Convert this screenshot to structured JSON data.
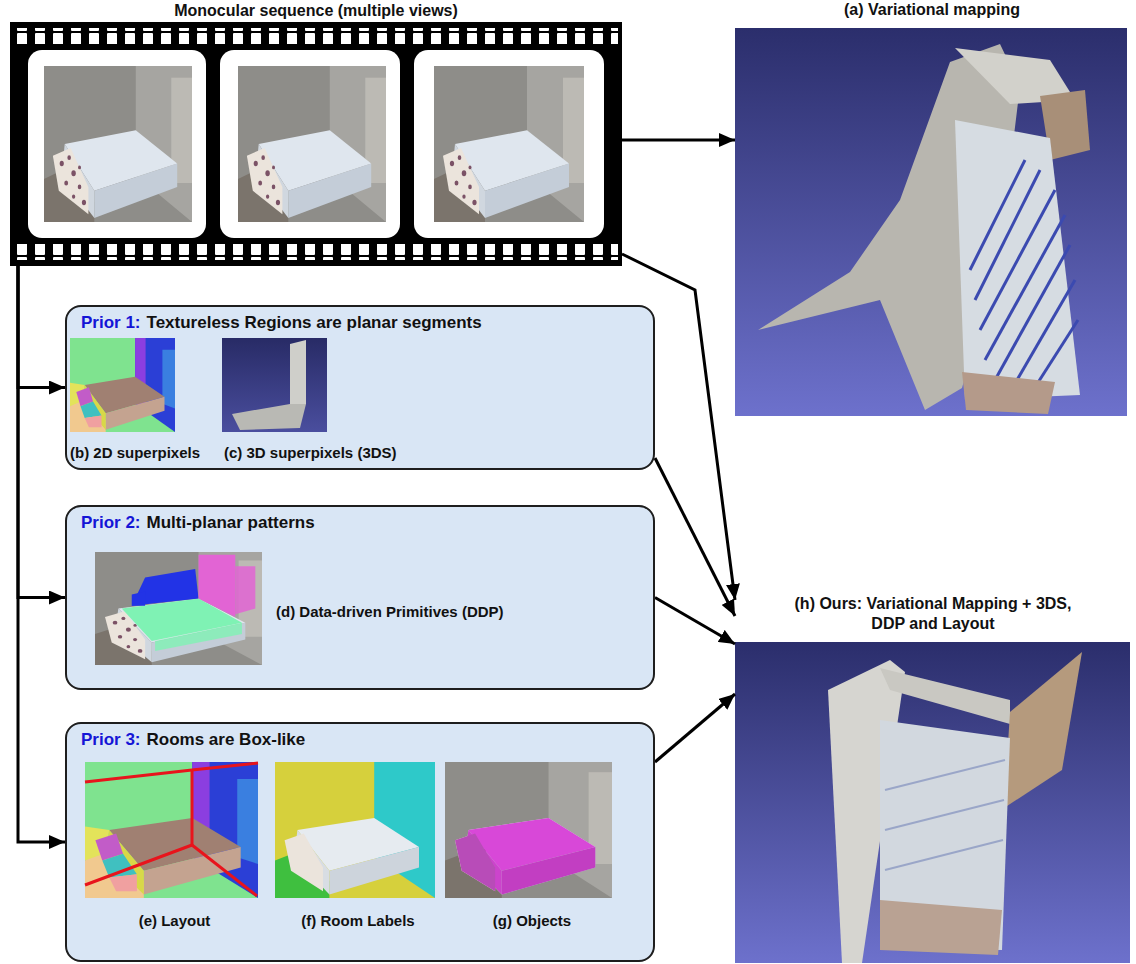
{
  "diagram": {
    "nodes": [
      {
        "text": [
          "Monocular sequence (multiple views)"
        ]
      },
      {
        "text": [
          "(a) Variational mapping"
        ]
      },
      {
        "text": [
          "Prior 1:",
          "Textureless Regions are planar segments"
        ]
      },
      {
        "text": [
          "(b) 2D superpixels"
        ],
        "in": 2
      },
      {
        "text": [
          "(c) 3D superpixels (3DS)"
        ],
        "in": 2
      },
      {
        "text": [
          "Prior 2:",
          "Multi-planar patterns"
        ]
      },
      {
        "text": [
          "(d) Data-driven Primitives (DDP)"
        ],
        "in": 5
      },
      {
        "text": [
          "Prior 3:",
          "Rooms are Box-like"
        ]
      },
      {
        "text": [
          "(e) Layout"
        ],
        "in": 7
      },
      {
        "text": [
          "(f) Room Labels"
        ],
        "in": 7
      },
      {
        "text": [
          "(g) Objects"
        ],
        "in": 7
      },
      {
        "text": [
          "(h) Ours: Variational Mapping + 3DS, DDP and Layout"
        ]
      }
    ],
    "edges": [
      {
        "from": 0,
        "to": 1,
        "arrow": "to"
      },
      {
        "from": 0,
        "to": 11,
        "arrow": "to"
      },
      {
        "from": 0,
        "to": 2,
        "arrow": "to"
      },
      {
        "from": 0,
        "to": 5,
        "arrow": "to"
      },
      {
        "from": 0,
        "to": 7,
        "arrow": "to"
      },
      {
        "from": 2,
        "to": 11,
        "arrow": "to"
      },
      {
        "from": 5,
        "to": 11,
        "arrow": "to"
      },
      {
        "from": 7,
        "to": 11,
        "arrow": "to"
      }
    ]
  }
}
